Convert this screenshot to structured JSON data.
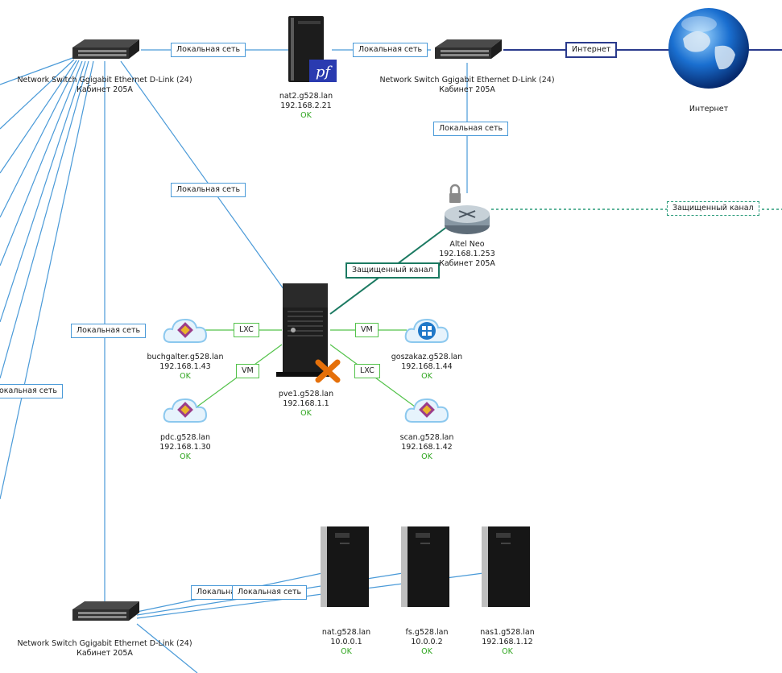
{
  "nodes": {
    "switch_top": {
      "name": "Network Switch Ggigabit Ethernet D-Link (24)",
      "room": "Кабинет 205А"
    },
    "switch_mid": {
      "name": "Network Switch Ggigabit Ethernet D-Link (24)",
      "room": "Кабинет 205А"
    },
    "switch_bottom": {
      "name": "Network Switch Ggigabit Ethernet D-Link (24)",
      "room": "Кабинет 205А"
    },
    "nat2": {
      "name": "nat2.g528.lan",
      "ip": "192.168.2.21",
      "status": "OK"
    },
    "internet": {
      "name": "Интернет"
    },
    "router": {
      "name": "Altel Neo",
      "ip": "192.168.1.253",
      "room": "Кабинет 205А"
    },
    "pve1": {
      "name": "pve1.g528.lan",
      "ip": "192.168.1.1",
      "status": "OK"
    },
    "buchgalter": {
      "name": "buchgalter.g528.lan",
      "ip": "192.168.1.43",
      "status": "OK"
    },
    "pdc": {
      "name": "pdc.g528.lan",
      "ip": "192.168.1.30",
      "status": "OK"
    },
    "goszakaz": {
      "name": "goszakaz.g528.lan",
      "ip": "192.168.1.44",
      "status": "OK"
    },
    "scan": {
      "name": "scan.g528.lan",
      "ip": "192.168.1.42",
      "status": "OK"
    },
    "nat": {
      "name": "nat.g528.lan",
      "ip": "10.0.0.1",
      "status": "OK"
    },
    "fs": {
      "name": "fs.g528.lan",
      "ip": "10.0.0.2",
      "status": "OK"
    },
    "nas1": {
      "name": "nas1.g528.lan",
      "ip": "192.168.1.12",
      "status": "OK"
    }
  },
  "links": {
    "local": "Локальная сеть",
    "local_partial": "Локальная с",
    "local_cut": "окальная сеть",
    "internet": "Интернет",
    "secure": "Защищенный канал",
    "lxc": "LXC",
    "vm": "VM"
  },
  "logos": {
    "pfsense": "pf"
  },
  "colors": {
    "local": "#4a9ad8",
    "internet": "#2a3a8c",
    "secure": "#1c7a62",
    "virtual": "#53c24a",
    "ok": "#2ea51e"
  }
}
